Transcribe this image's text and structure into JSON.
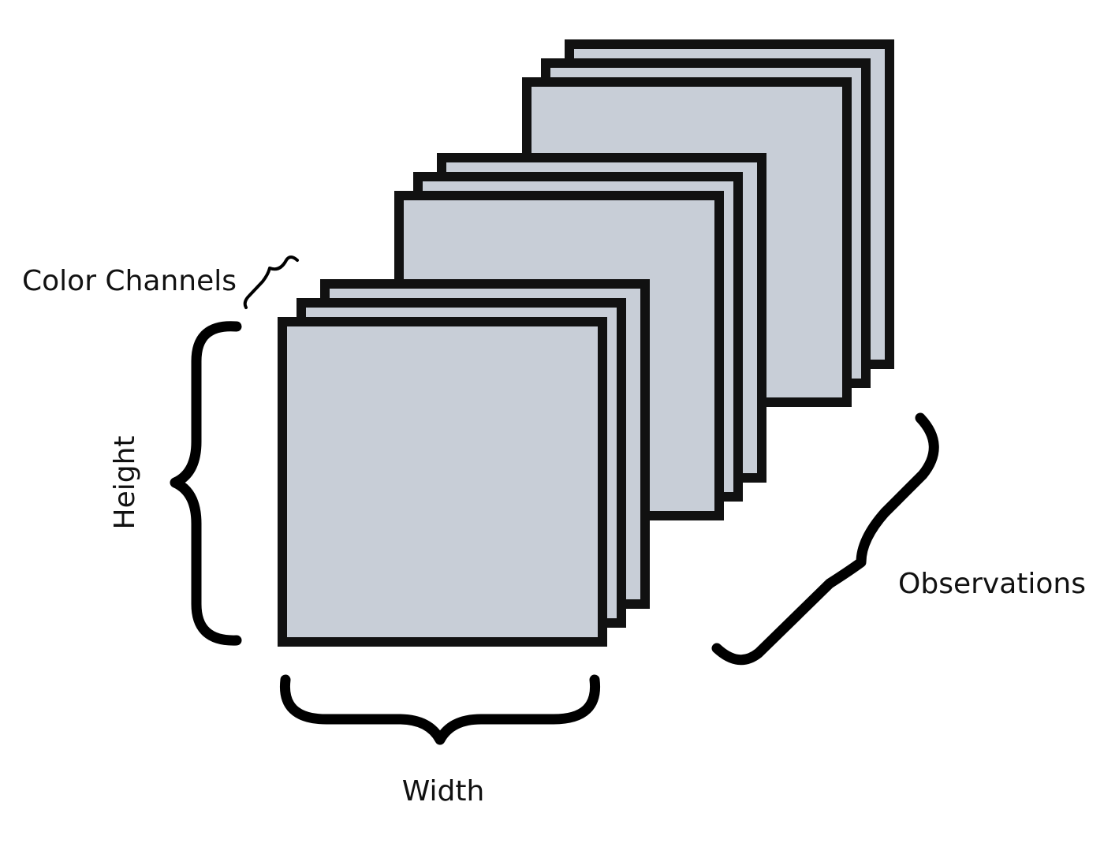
{
  "labels": {
    "color_channels": "Color Channels",
    "height": "Height",
    "width": "Width",
    "observations": "Observations"
  },
  "colors": {
    "frame_fill": "#c8ced7",
    "frame_stroke": "#111111",
    "text": "#111111",
    "background": "#ffffff"
  }
}
